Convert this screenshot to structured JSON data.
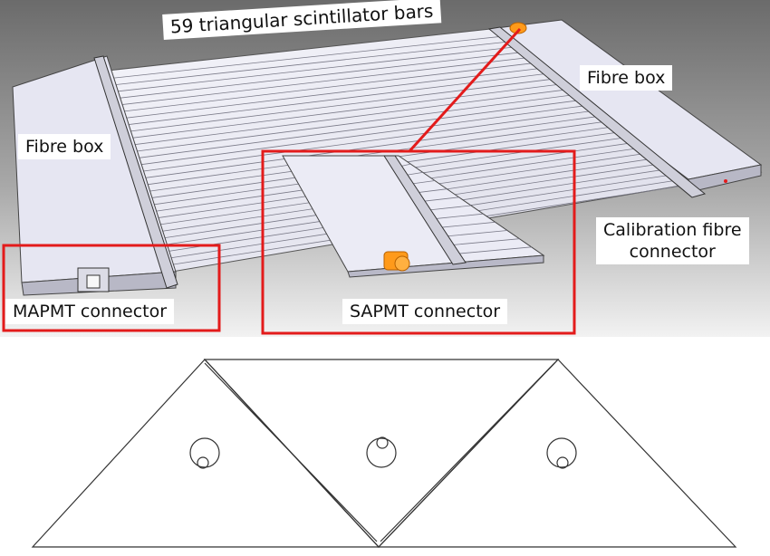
{
  "labels": {
    "bars": "59 triangular scintillator bars",
    "fibre_box_right": "Fibre box",
    "fibre_box_left": "Fibre box",
    "calibration_line1": "Calibration fibre",
    "calibration_line2": "connector",
    "mapmt": "MAPMT connector",
    "sapmt": "SAPMT connector"
  },
  "colors": {
    "highlight": "#e31b1b",
    "connector": "#ff9a1a",
    "panel": "#e8e8f4",
    "background_top": "#6e6e6e",
    "background_bottom": "#f4f4f4"
  }
}
